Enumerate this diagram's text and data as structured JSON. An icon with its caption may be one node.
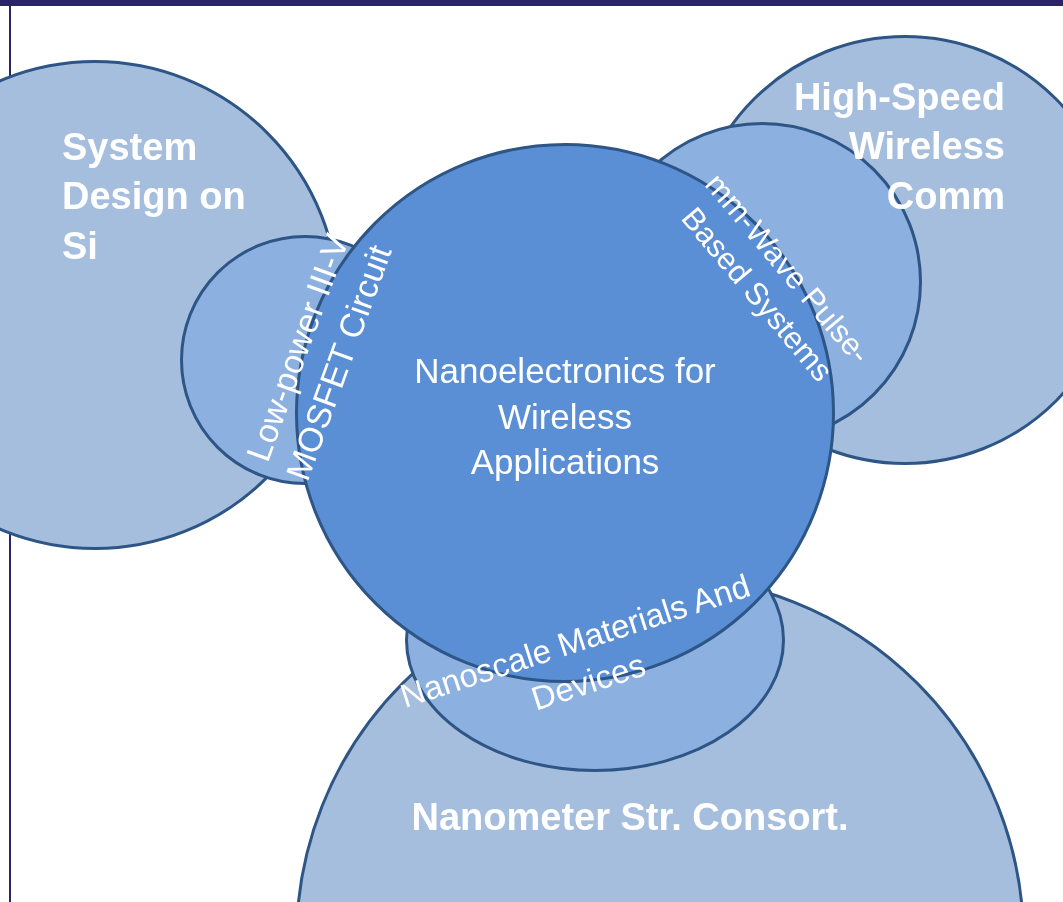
{
  "diagram": {
    "nodes": [
      {
        "text": [
          "System Design on Si"
        ]
      },
      {
        "text": [
          "High-Speed Wireless Comm"
        ]
      },
      {
        "text": [
          "Nanometer Str. Consort."
        ]
      },
      {
        "text": [
          "Low-power III-V MOSFET Circuit"
        ]
      },
      {
        "text": [
          "mm-Wave Pulse-Based Systems"
        ]
      },
      {
        "text": [
          "Nanoscale Materials And Devices"
        ]
      },
      {
        "text": [
          "Nanoelectronics for Wireless Applications"
        ]
      }
    ]
  }
}
